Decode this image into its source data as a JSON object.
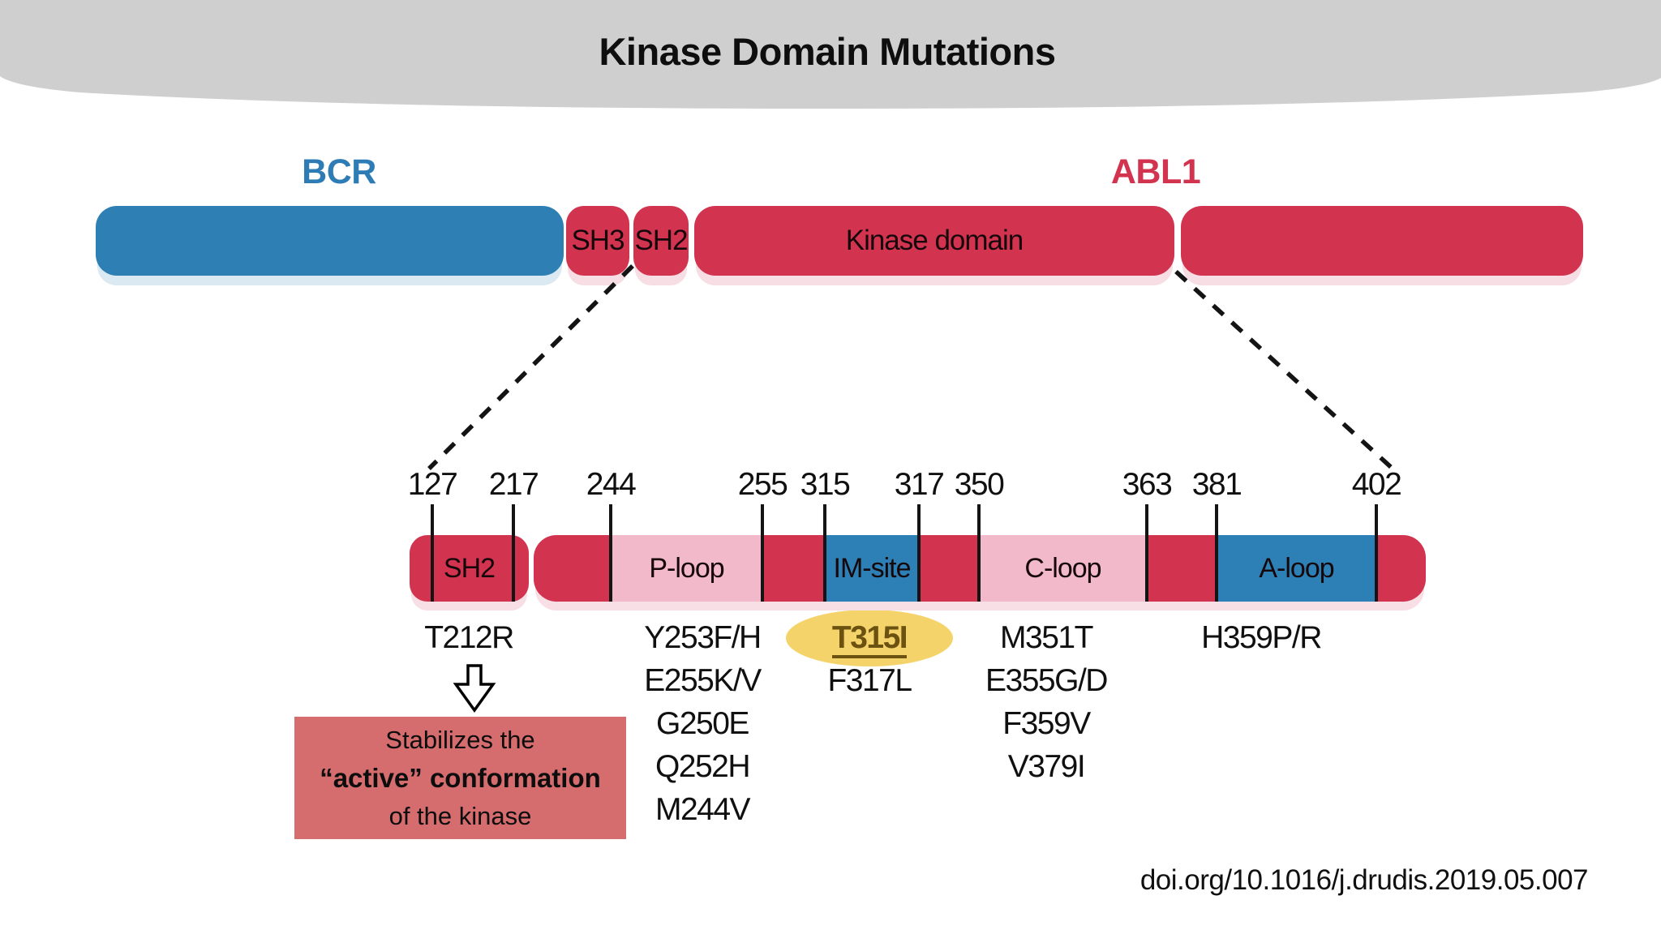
{
  "slide": {
    "title": "Kinase Domain Mutations",
    "citation": "doi.org/10.1016/j.drudis.2019.05.007"
  },
  "fusion_protein": {
    "bcr_label": "BCR",
    "abl1_label": "ABL1",
    "segments": [
      {
        "id": "bcr-region",
        "label": ""
      },
      {
        "id": "sh3-domain",
        "label": "SH3"
      },
      {
        "id": "sh2-domain",
        "label": "SH2"
      },
      {
        "id": "kinase-domain",
        "label": "Kinase domain"
      },
      {
        "id": "c-terminal-region",
        "label": ""
      }
    ]
  },
  "kinase_detail": {
    "residues": [
      "127",
      "217",
      "244",
      "255",
      "315",
      "317",
      "350",
      "363",
      "381",
      "402"
    ],
    "sh2_block_label": "SH2",
    "segment_labels": {
      "p_loop": "P-loop",
      "im_site": "IM-site",
      "c_loop": "C-loop",
      "a_loop": "A-loop"
    },
    "mutation_groups": [
      {
        "region": "SH2",
        "items": [
          "T212R"
        ]
      },
      {
        "region": "P-loop",
        "items": [
          "Y253F/H",
          "E255K/V",
          "G250E",
          "Q252H",
          "M244V"
        ]
      },
      {
        "region": "IM-site",
        "items": [
          "T315I",
          "F317L"
        ],
        "highlighted": "T315I"
      },
      {
        "region": "C-loop",
        "items": [
          "M351T",
          "E355G/D",
          "F359V",
          "V379I"
        ]
      },
      {
        "region": "A-loop",
        "items": [
          "H359P/R"
        ]
      }
    ]
  },
  "annotation": {
    "line1": "Stabilizes the",
    "line2": "“active” conformation",
    "line3": "of the kinase"
  },
  "colors": {
    "crimson": "#d23450",
    "blue": "#2d7fb4",
    "pink": "#f2b9ca",
    "yellow_highlight": "#f5d36b",
    "annotation_box": "#d56c6e",
    "banner_gray": "#cfcfcf",
    "bcr_text": "#2e7cb5",
    "abl1_text": "#d23450",
    "t315i_text": "#6b5210"
  }
}
